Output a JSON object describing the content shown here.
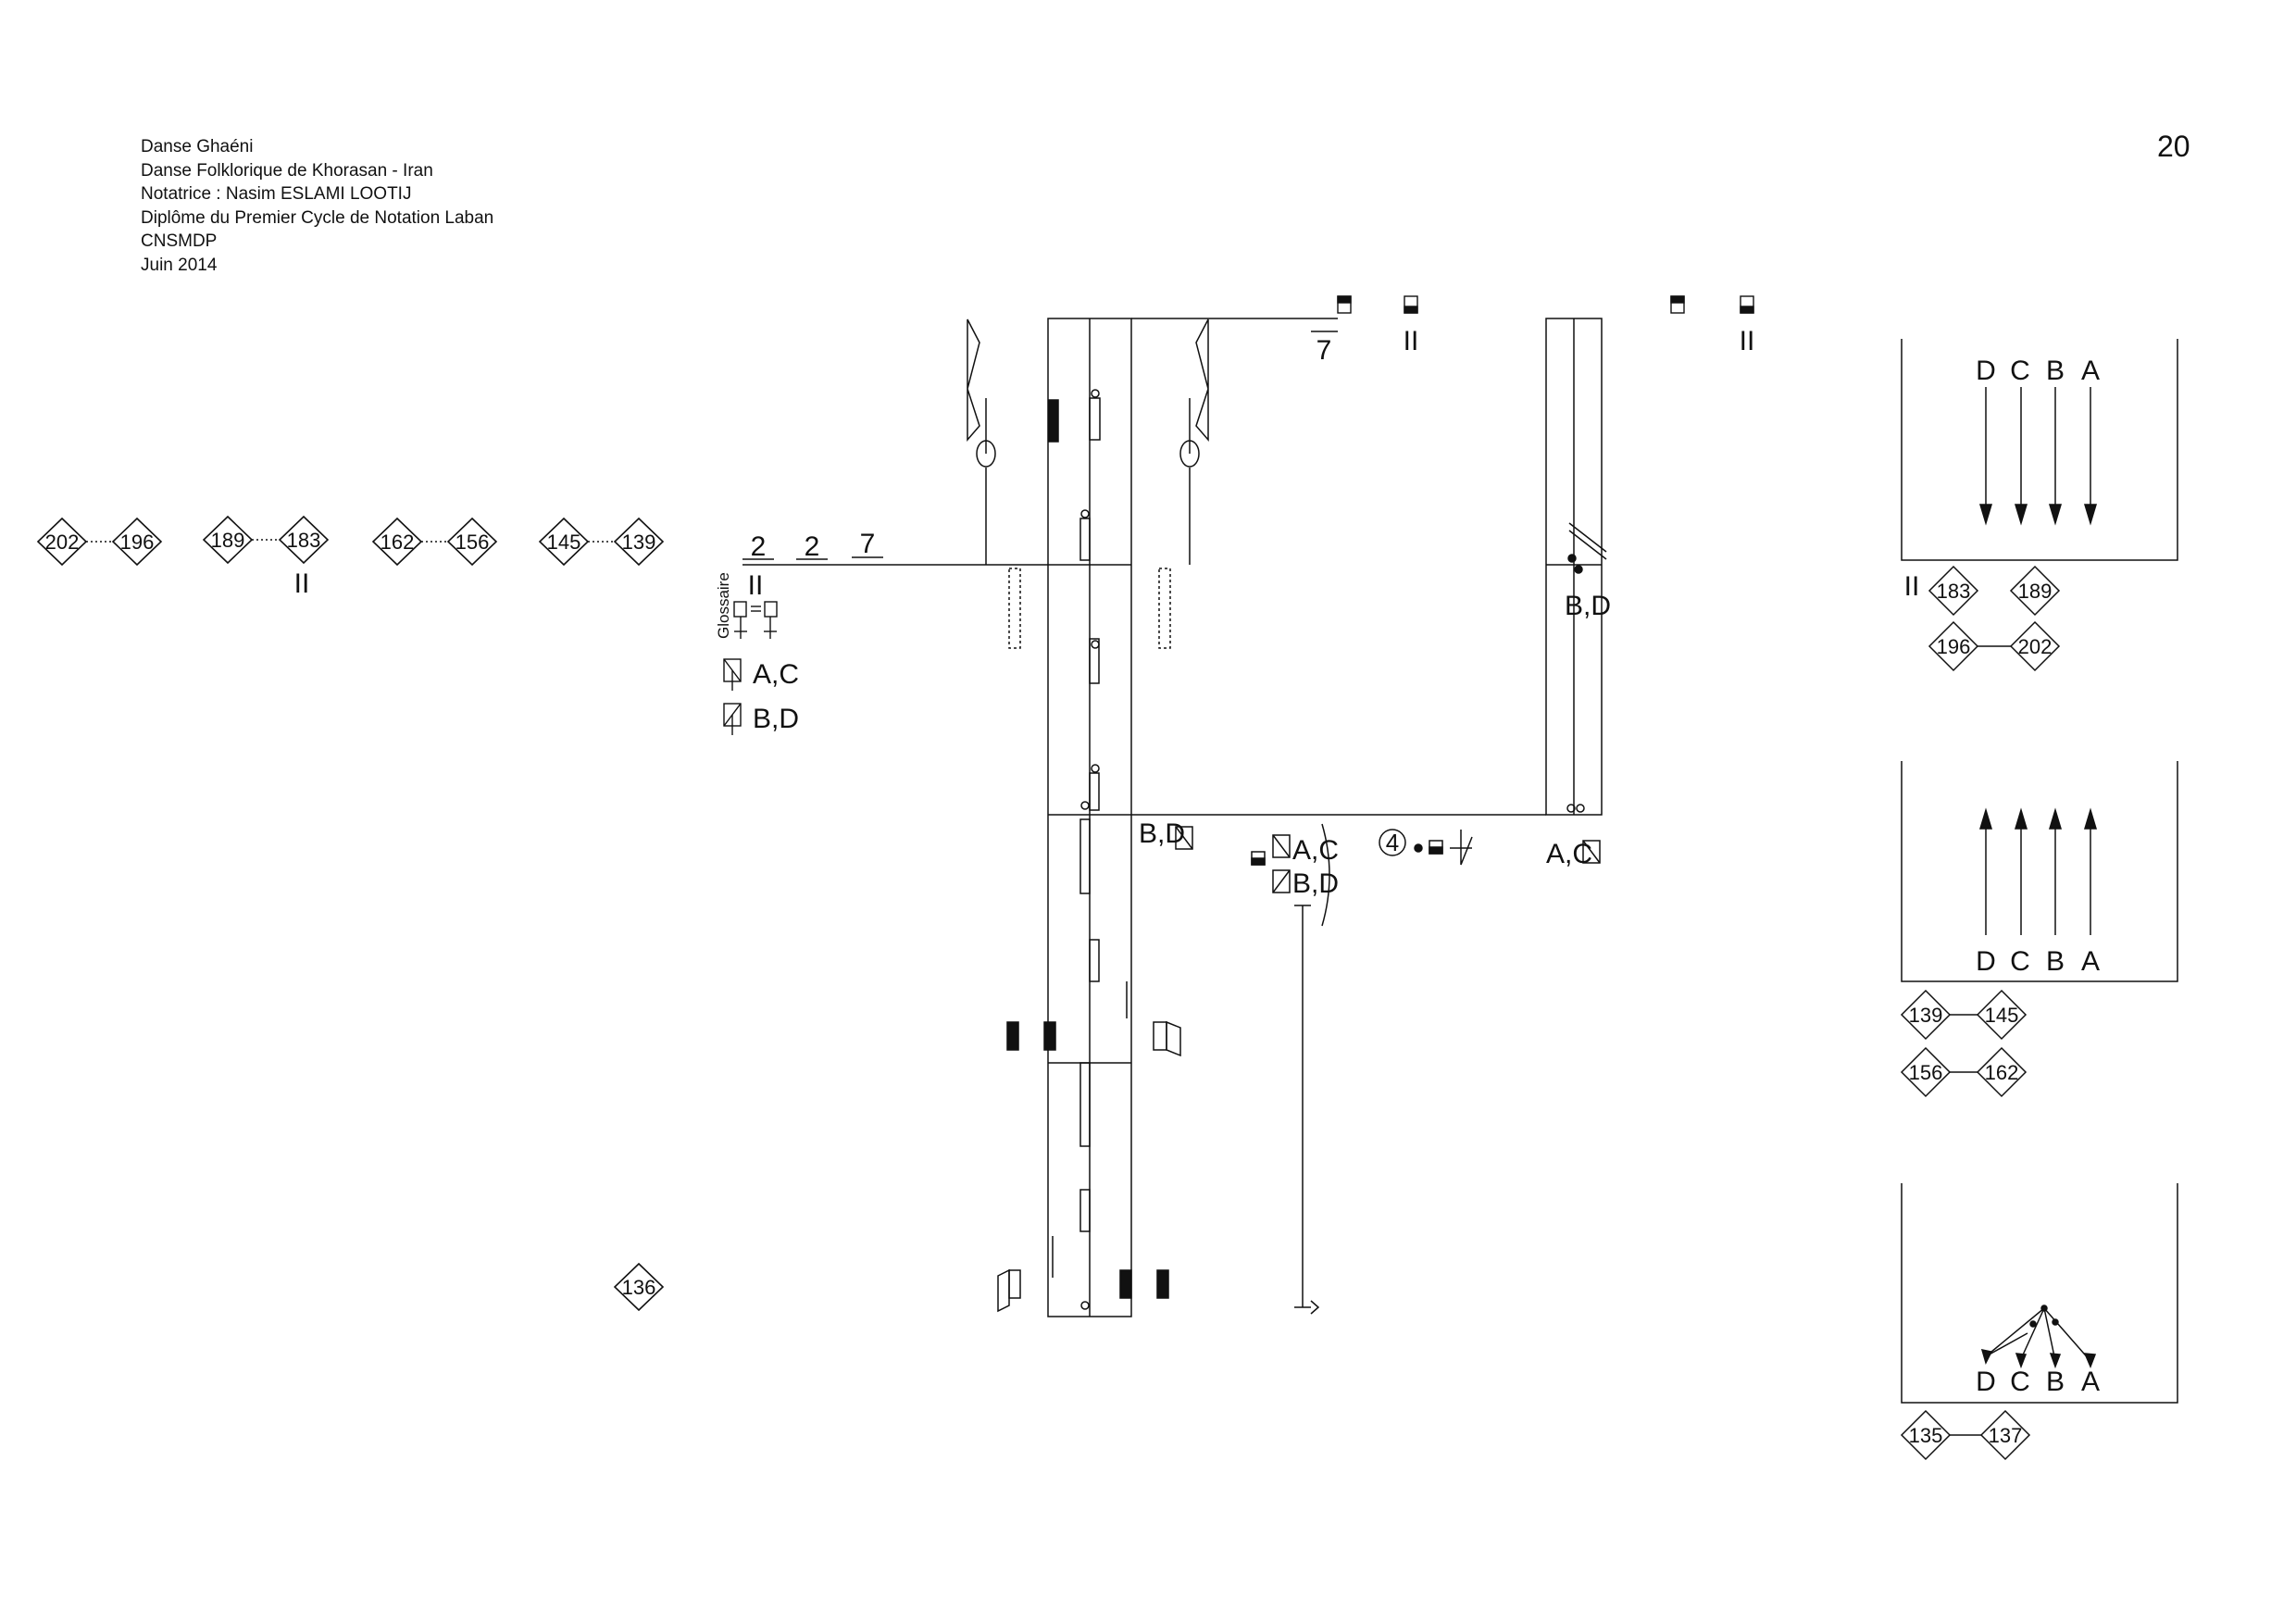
{
  "header": {
    "lines": [
      "Danse Ghaéni",
      "Danse Folklorique de Khorasan - Iran",
      "Notatrice : Nasim ESLAMI LOOTIJ",
      "Diplôme du Premier Cycle de Notation Laban",
      "CNSMDP",
      "Juin 2014"
    ],
    "page_number": "20"
  },
  "sequence": {
    "pairs": [
      [
        "202",
        "196"
      ],
      [
        "189",
        "183"
      ],
      [
        "162",
        "156"
      ],
      [
        "145",
        "139"
      ]
    ],
    "repeat_mark": "II"
  },
  "time_signature": {
    "values": [
      "2",
      "2",
      "7"
    ],
    "repeat_mark": "II"
  },
  "glossary": {
    "title": "Glossaire",
    "group_ac": "A,C",
    "group_bd": "B,D"
  },
  "score": {
    "start_marker": "136",
    "label_bd_left": "B,D",
    "label_ac_mid": "A,C",
    "label_bd_mid": "B,D",
    "count_marker": "4",
    "top_number": "7",
    "top_repeat_1": "II",
    "top_repeat_2": "II",
    "staff2_label_bd": "B,D",
    "staff2_label_ac": "A,C"
  },
  "floor_plans": [
    {
      "dancers": [
        "D",
        "C",
        "B",
        "A"
      ],
      "repeat_mark": "II",
      "markers": [
        [
          "183",
          "189"
        ],
        [
          "196",
          "202"
        ]
      ]
    },
    {
      "dancers": [
        "D",
        "C",
        "B",
        "A"
      ],
      "markers": [
        [
          "139",
          "145"
        ],
        [
          "156",
          "162"
        ]
      ]
    },
    {
      "dancers": [
        "D",
        "C",
        "B",
        "A"
      ],
      "markers": [
        [
          "135",
          "137"
        ]
      ]
    }
  ]
}
